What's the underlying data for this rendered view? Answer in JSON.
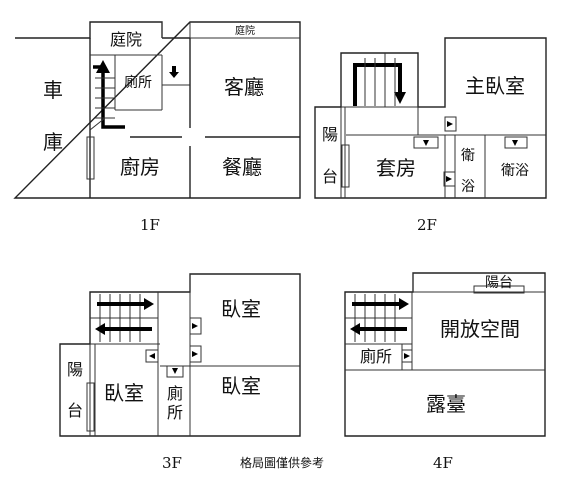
{
  "colors": {
    "line": "#222222",
    "arrow": "#000000",
    "background": "#ffffff"
  },
  "floor_1": {
    "name": "1F",
    "rooms": {
      "garage": "車庫",
      "garage_c1": "車",
      "garage_c2": "庫",
      "courtyard_left": "庭院",
      "courtyard_right": "庭院",
      "toilet": "廁所",
      "living_room": "客廳",
      "kitchen": "廚房",
      "dining_room": "餐廳"
    }
  },
  "floor_2": {
    "name": "2F",
    "rooms": {
      "master_bedroom": "主臥室",
      "balcony_c1": "陽",
      "balcony_c2": "台",
      "suite": "套房",
      "bath_c1": "衛",
      "bath_c2": "浴",
      "bath_2": "衛浴"
    }
  },
  "floor_3": {
    "name": "3F",
    "rooms": {
      "bedroom_top": "臥室",
      "bedroom_left": "臥室",
      "bedroom_right": "臥室",
      "balcony_c1": "陽",
      "balcony_c2": "台",
      "toilet_c1": "廁",
      "toilet_c2": "所"
    }
  },
  "floor_4": {
    "name": "4F",
    "rooms": {
      "balcony": "陽台",
      "open_space": "開放空間",
      "toilet": "廁所",
      "terrace": "露臺"
    }
  },
  "footer_note": "格局圖僅供參考"
}
